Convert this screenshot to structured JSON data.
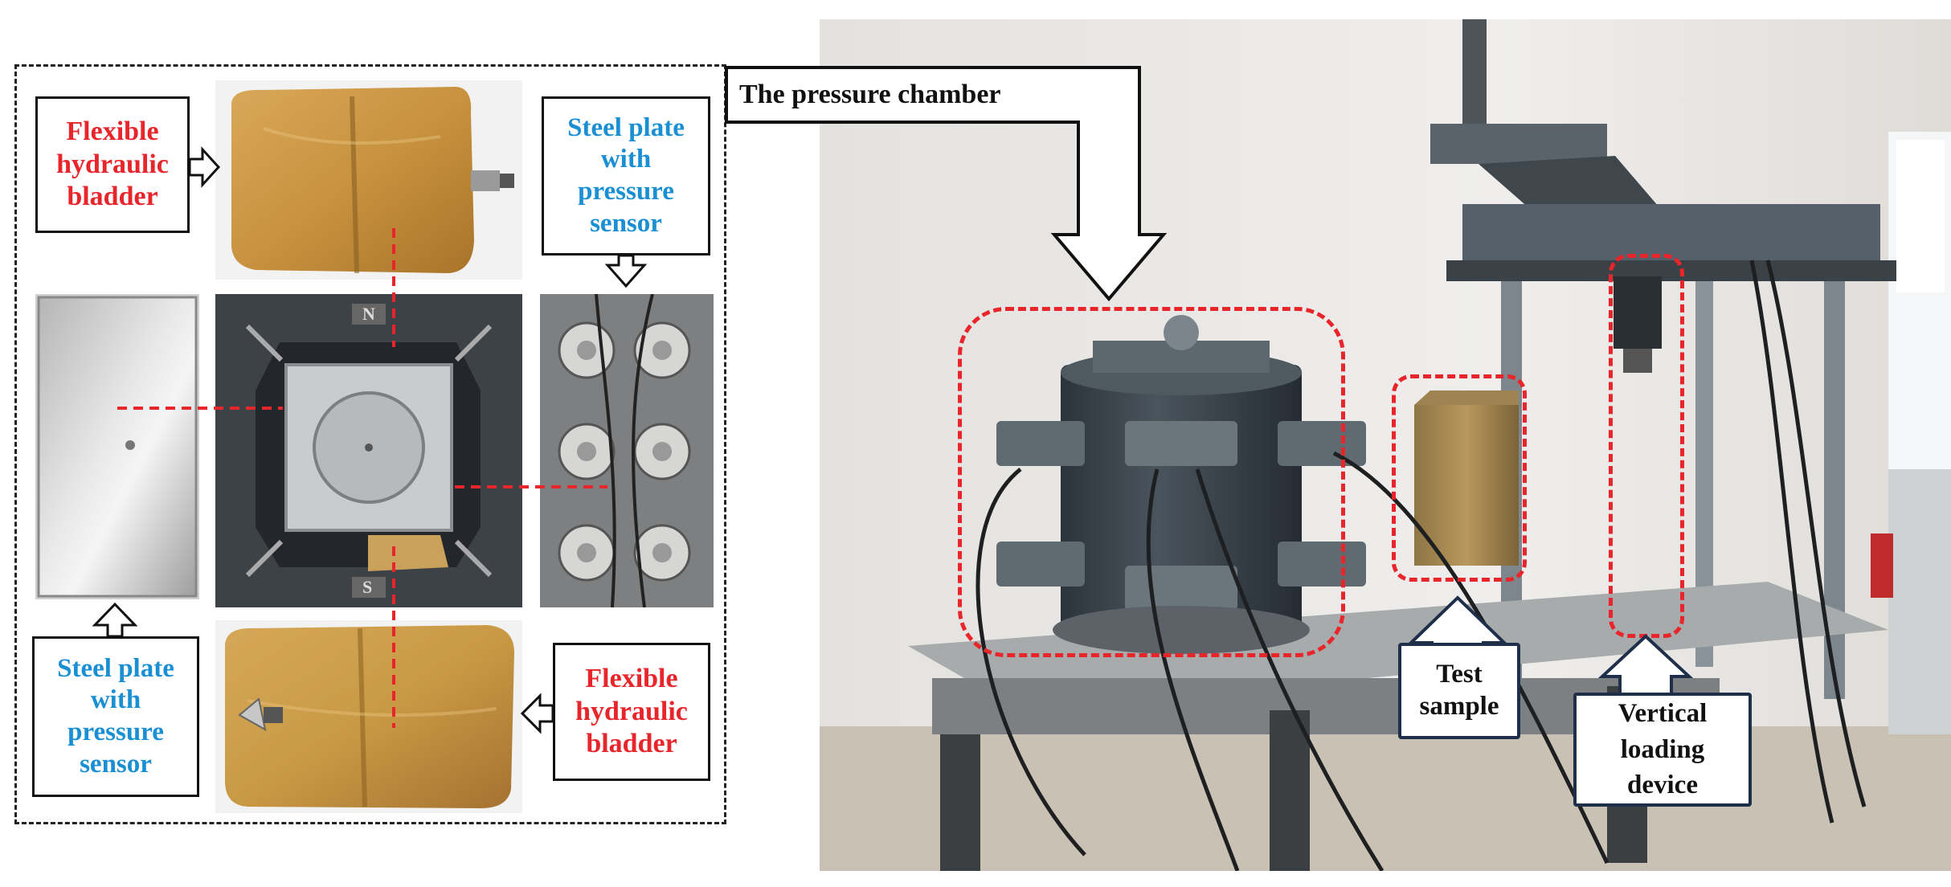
{
  "left_panel": {
    "top_left_label": {
      "line1": "Flexible",
      "line2": "hydraulic",
      "line3": "bladder"
    },
    "top_right_label": {
      "line1": "Steel plate",
      "line2": "with",
      "line3": "pressure",
      "line4": "sensor"
    },
    "bottom_left_label": {
      "line1": "Steel plate",
      "line2": "with",
      "line3": "pressure",
      "line4": "sensor"
    },
    "bottom_right_label": {
      "line1": "Flexible",
      "line2": "hydraulic",
      "line3": "bladder"
    },
    "chamber_marks": {
      "north": "N",
      "south": "S"
    }
  },
  "right_panel": {
    "chamber_label": "The pressure chamber",
    "sample_label": {
      "line1": "Test",
      "line2": "sample"
    },
    "loading_label": {
      "line1": "Vertical",
      "line2": "loading",
      "line3": "device"
    }
  },
  "colors": {
    "red_label": "#e8252a",
    "blue_label": "#1a8fd3",
    "navy_box": "#1f2f4a",
    "bladder": "#c99a45"
  }
}
